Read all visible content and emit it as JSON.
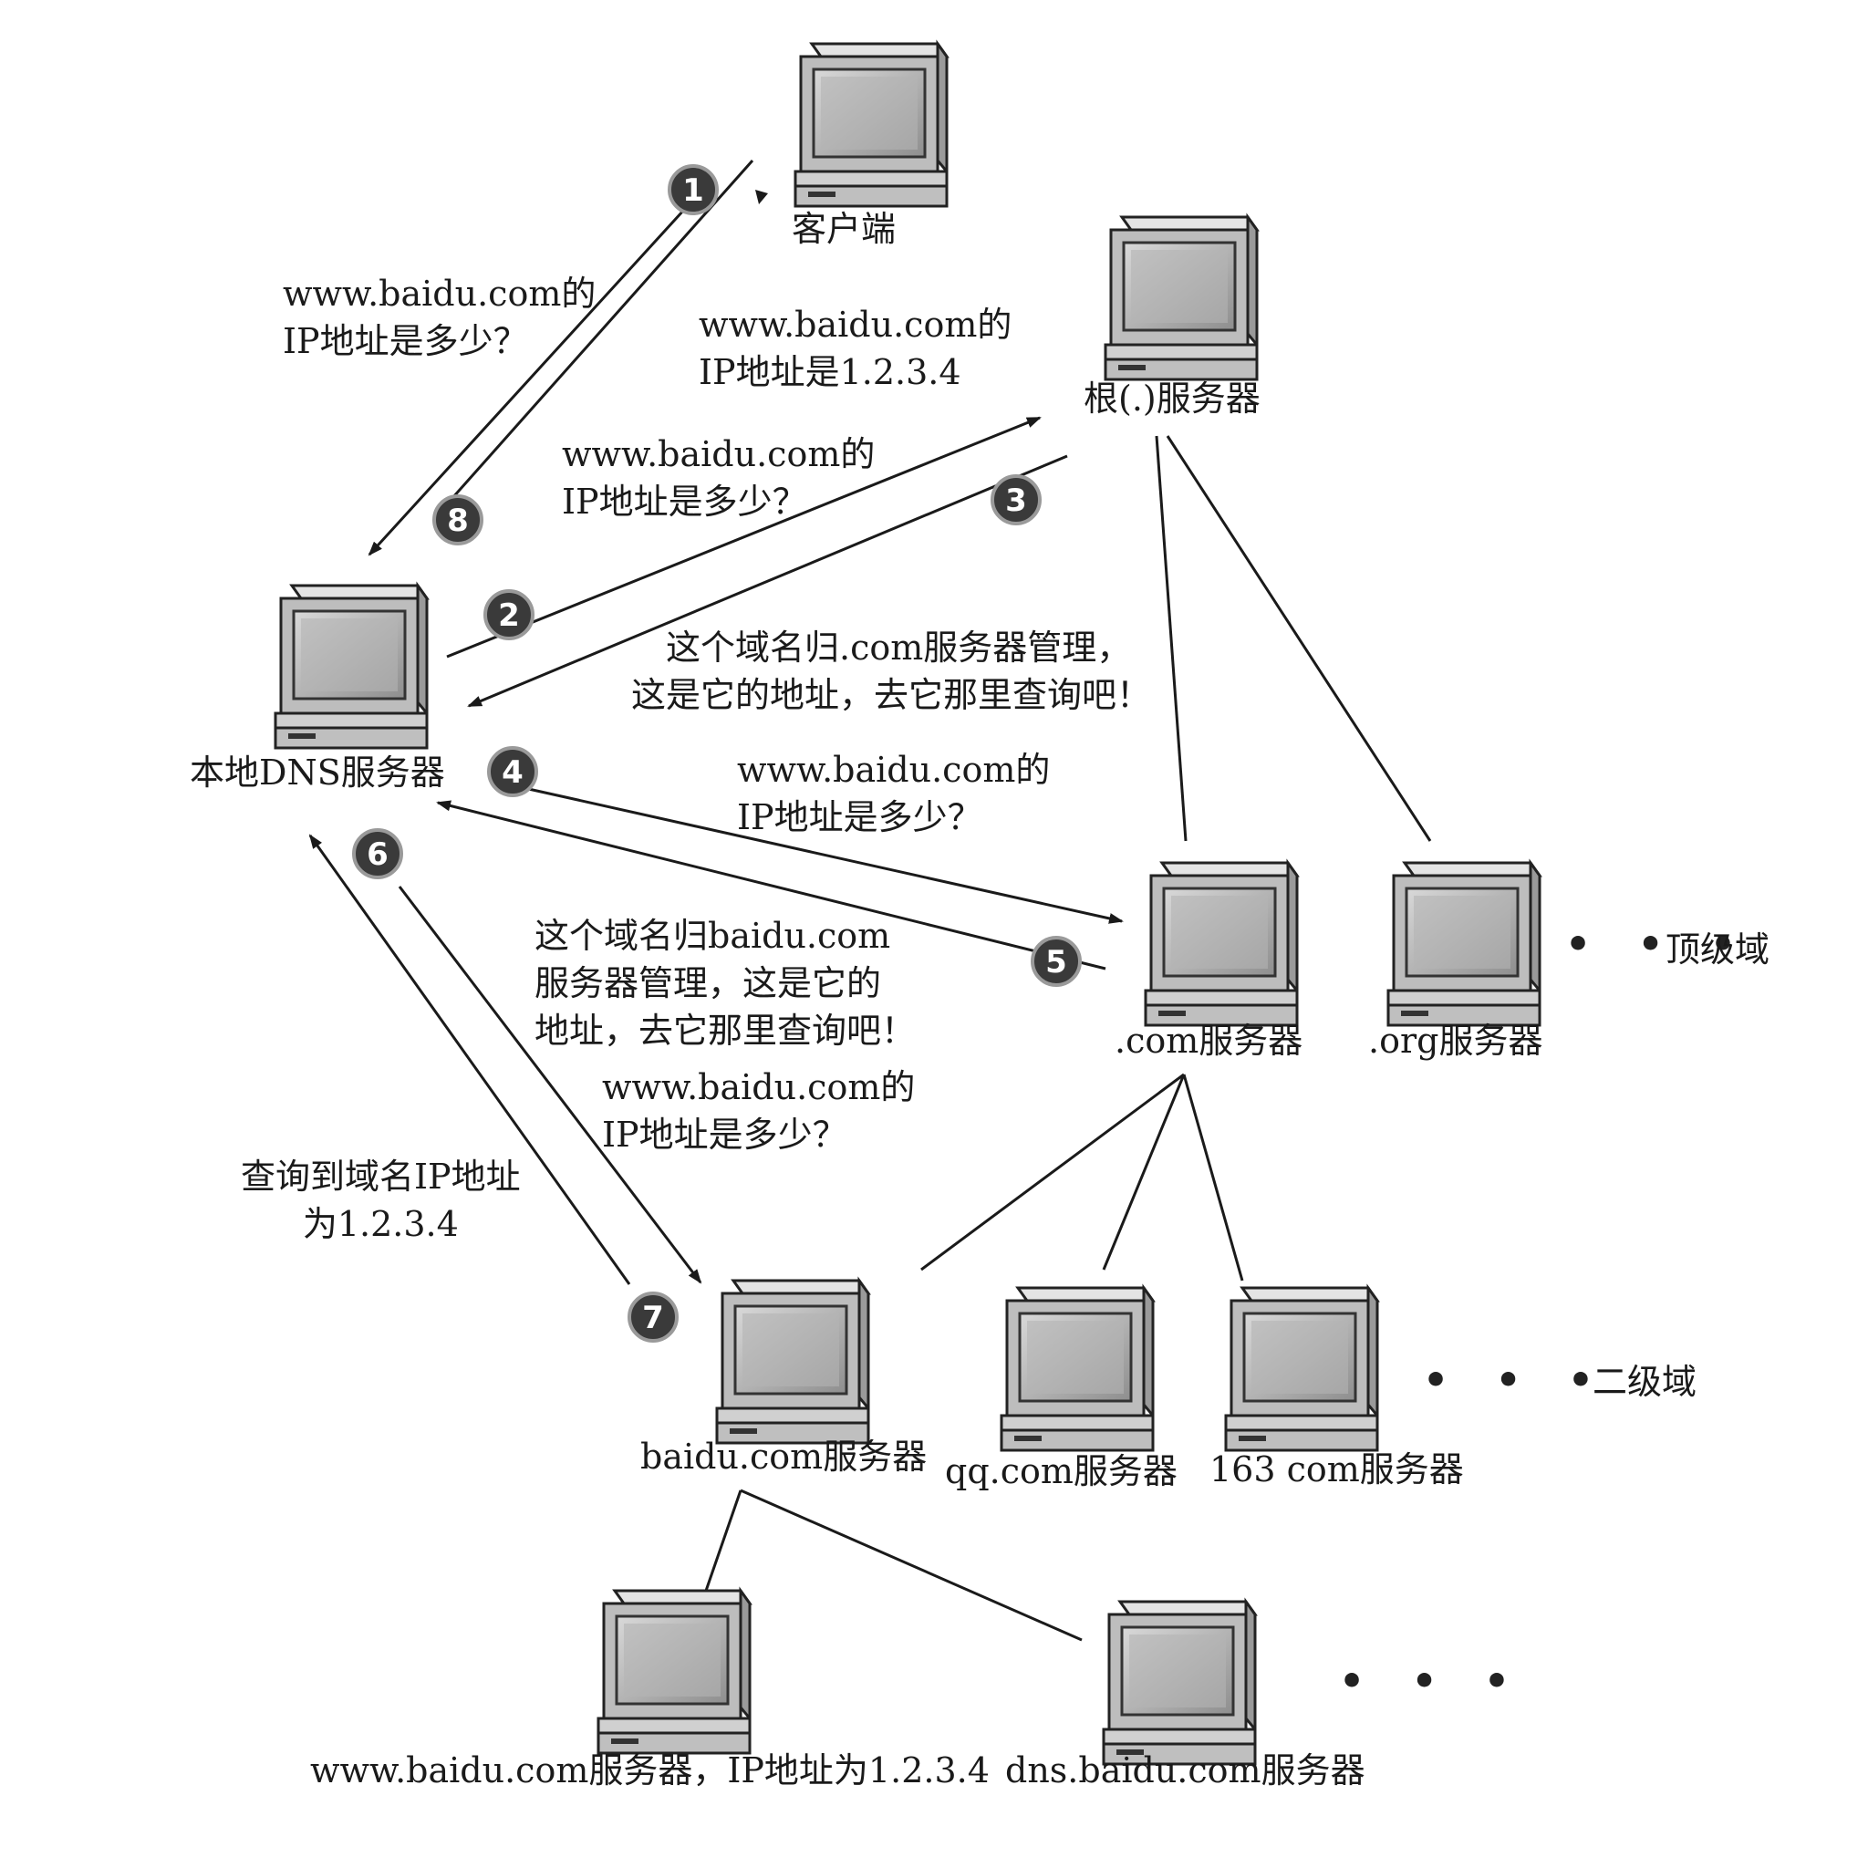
{
  "nodes": {
    "client": "客户端",
    "root": "根(.)服务器",
    "local_dns": "本地DNS服务器",
    "com": ".com服务器",
    "org": ".org服务器",
    "baidu": "baidu.com服务器",
    "qq": "qq.com服务器",
    "n163": "163 com服务器",
    "www": "www.baidu.com服务器，IP地址为1.2.3.4",
    "dns": "dns.baidu.com服务器"
  },
  "levels": {
    "tld": "顶级域",
    "sld": "二级域"
  },
  "messages": {
    "m1": [
      "www.baidu.com的",
      "IP地址是多少？"
    ],
    "m8": [
      "www.baidu.com的",
      "IP地址是1.2.3.4"
    ],
    "m2": [
      "www.baidu.com的",
      "IP地址是多少？"
    ],
    "m3": [
      "这个域名归.com服务器管理，",
      "这是它的地址，去它那里查询吧！"
    ],
    "m4": [
      "www.baidu.com的",
      "IP地址是多少？"
    ],
    "m5": [
      "这个域名归baidu.com",
      "服务器管理，这是它的",
      "地址，去它那里查询吧！"
    ],
    "m6": [
      "www.baidu.com的",
      "IP地址是多少？"
    ],
    "m7": [
      "查询到域名IP地址",
      "为1.2.3.4"
    ]
  },
  "step_numbers": [
    "1",
    "2",
    "3",
    "4",
    "5",
    "6",
    "7",
    "8"
  ],
  "colors": {
    "line": "#1a1a1a",
    "badge": "#3a3a3a",
    "computer_body": "#c9c9c9"
  }
}
